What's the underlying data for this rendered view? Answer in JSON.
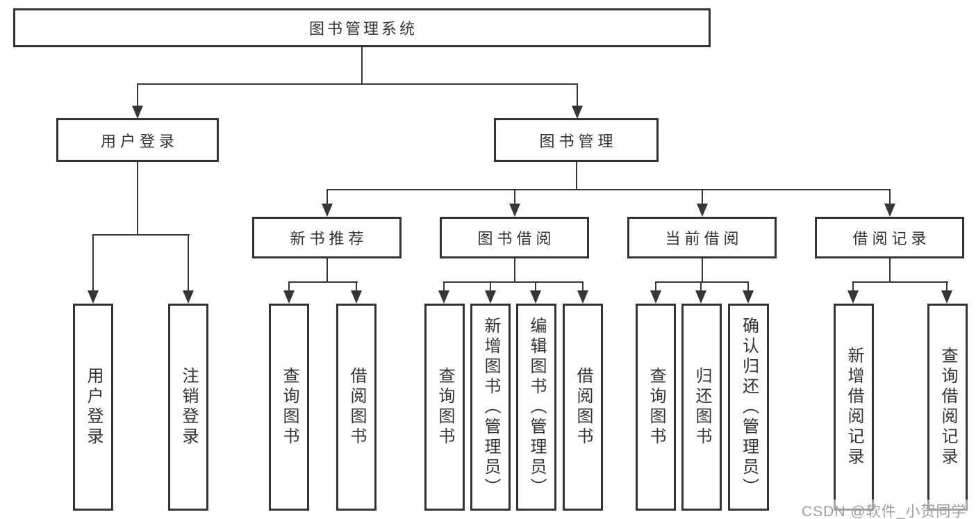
{
  "watermark": "CSDN @软件_小贺同学",
  "colors": {
    "line": "#363636",
    "box_border": "#333333",
    "text": "#333333",
    "background": "#ffffff",
    "watermark_text": "#9e9e9e"
  },
  "tree": {
    "label": "图书管理系统",
    "children": [
      {
        "label": "用户登录",
        "children": [
          {
            "label": "用户登录"
          },
          {
            "label": "注销登录"
          }
        ]
      },
      {
        "label": "图书管理",
        "children": [
          {
            "label": "新书推荐",
            "children": [
              {
                "label": "查询图书"
              },
              {
                "label": "借阅图书"
              }
            ]
          },
          {
            "label": "图书借阅",
            "children": [
              {
                "label": "查询图书"
              },
              {
                "label": "新增图书（管理员）"
              },
              {
                "label": "编辑图书（管理员）"
              },
              {
                "label": "借阅图书"
              }
            ]
          },
          {
            "label": "当前借阅",
            "children": [
              {
                "label": "查询图书"
              },
              {
                "label": "归还图书"
              },
              {
                "label": "确认归还（管理员）"
              }
            ]
          },
          {
            "label": "借阅记录",
            "children": [
              {
                "label": "新增借阅记录"
              },
              {
                "label": "查询借阅记录"
              }
            ]
          }
        ]
      }
    ]
  }
}
